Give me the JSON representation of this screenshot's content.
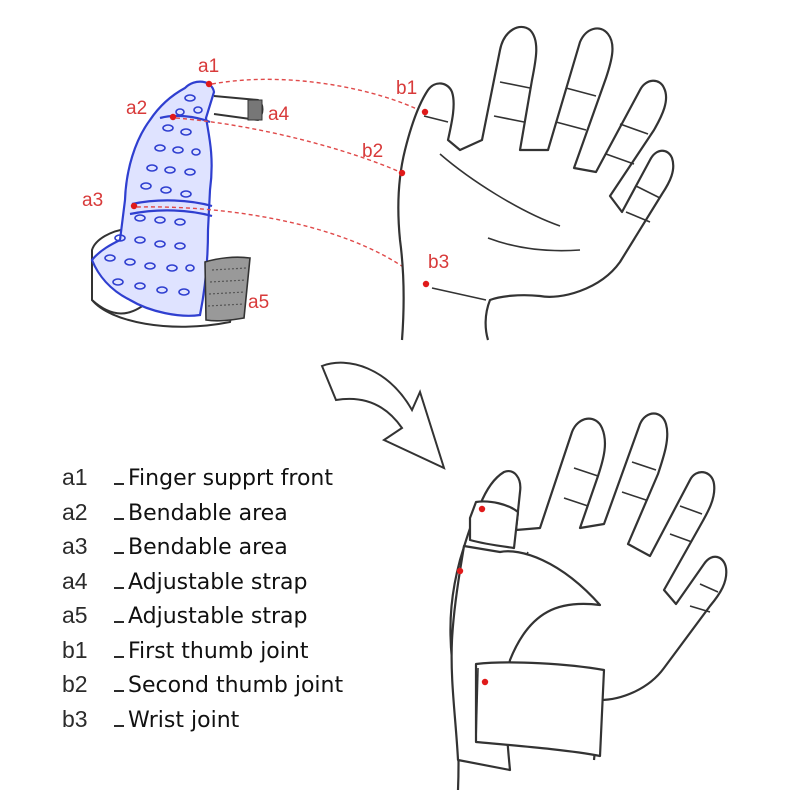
{
  "diagram": {
    "brace_points": [
      {
        "id": "a1",
        "label": "a1"
      },
      {
        "id": "a2",
        "label": "a2"
      },
      {
        "id": "a3",
        "label": "a3"
      },
      {
        "id": "a4",
        "label": "a4"
      },
      {
        "id": "a5",
        "label": "a5"
      }
    ],
    "hand_points": [
      {
        "id": "b1",
        "label": "b1"
      },
      {
        "id": "b2",
        "label": "b2"
      },
      {
        "id": "b3",
        "label": "b3"
      }
    ]
  },
  "legend": [
    {
      "code": "a1",
      "text": "Finger supprt front"
    },
    {
      "code": "a2",
      "text": "Bendable area"
    },
    {
      "code": "a3",
      "text": "Bendable area"
    },
    {
      "code": "a4",
      "text": "Adjustable strap"
    },
    {
      "code": "a5",
      "text": "Adjustable strap"
    },
    {
      "code": "b1",
      "text": "First thumb joint"
    },
    {
      "code": "b2",
      "text": "Second thumb joint"
    },
    {
      "code": "b3",
      "text": "Wrist joint"
    }
  ],
  "colors": {
    "brace": "#2f3fd0",
    "brace_fill": "#dfe3ff",
    "marker": "#e01a1a",
    "guide": "#e04a4a",
    "outline": "#333333"
  }
}
